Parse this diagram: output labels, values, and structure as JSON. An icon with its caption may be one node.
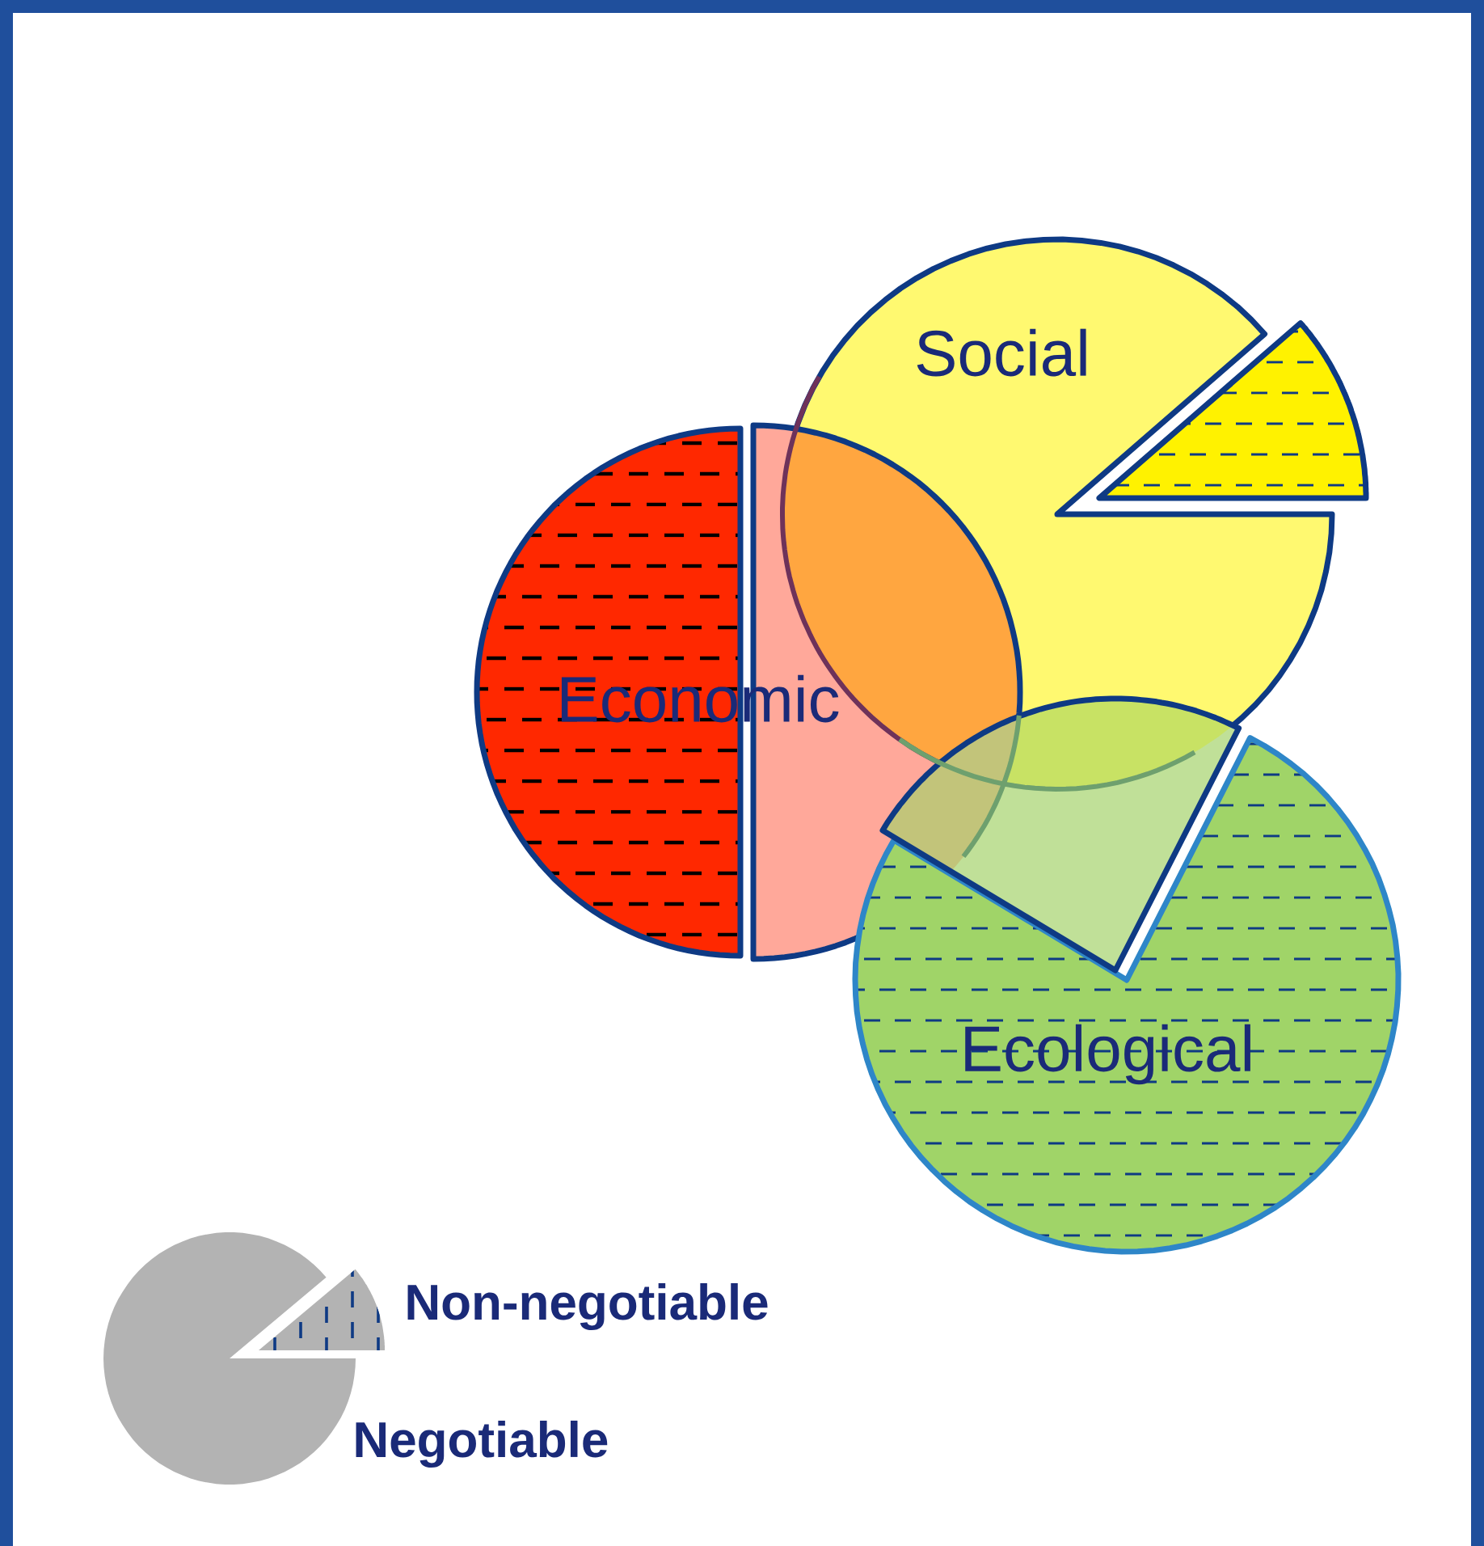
{
  "diagram": {
    "nodes": [
      {
        "text": [
          "Social"
        ]
      },
      {
        "text": [
          "Economic"
        ]
      },
      {
        "text": [
          "Ecological"
        ]
      }
    ],
    "legend": [
      {
        "text": "Non-negotiable"
      },
      {
        "text": "Negotiable"
      }
    ]
  }
}
